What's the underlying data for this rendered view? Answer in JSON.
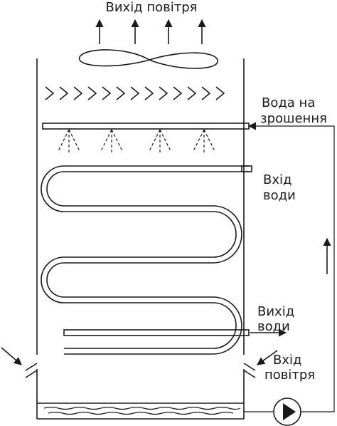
{
  "labels": {
    "air_out": "Вихід повітря",
    "spray_water_line1": "Вода на",
    "spray_water_line2": "зрошення",
    "water_in_line1": "Вхід",
    "water_in_line2": "води",
    "water_out_line1": "Вихід",
    "water_out_line2": "води",
    "air_in_line1": "Вхід",
    "air_in_line2": "повітря"
  },
  "icons": {
    "fan": "fan-icon",
    "pump": "pump-icon",
    "spray_nozzle": "spray-nozzle-icon",
    "arrow": "arrow-icon"
  }
}
